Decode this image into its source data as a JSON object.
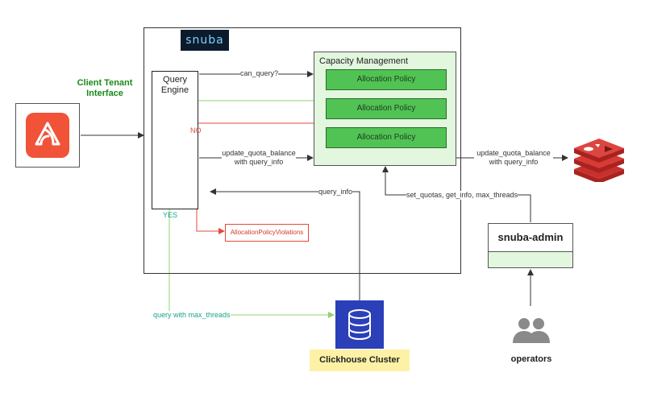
{
  "logo": "snuba",
  "client_tenant_interface": "Client Tenant Interface",
  "query_engine": "Query Engine",
  "capacity_management": {
    "title": "Capacity Management",
    "policies": [
      "Allocation Policy",
      "Allocation Policy",
      "Allocation Policy"
    ]
  },
  "allocation_policy_violations": "AllocationPolicyViolations",
  "edges": {
    "can_query": "can_query?",
    "update_quota_balance": "update_quota_balance with query_info",
    "update_quota_balance_redis": "update_quota_balance with query_info",
    "query_info": "query_info",
    "admin_calls": "set_quotas, get_info, max_threads",
    "query_with_max_threads": "query with max_threads",
    "no": "NO",
    "yes": "YES"
  },
  "snuba_admin": "snuba-admin",
  "operators": "operators",
  "clickhouse_cluster": "Clickhouse Cluster",
  "icons": {
    "sentry": "sentry-logo-icon",
    "redis": "redis-icon",
    "database": "database-icon",
    "users": "users-icon"
  },
  "colors": {
    "policy": "#51c354",
    "capacity_bg": "#e2f7de",
    "yes_path": "#8fd46b",
    "no_path": "#e34a3a",
    "tenant_label": "#1a8a1a",
    "sentry": "#f05338",
    "redis": "#c9302c",
    "clickhouse": "#2b3fb8",
    "clickhouse_label_bg": "#fdf1a6"
  }
}
